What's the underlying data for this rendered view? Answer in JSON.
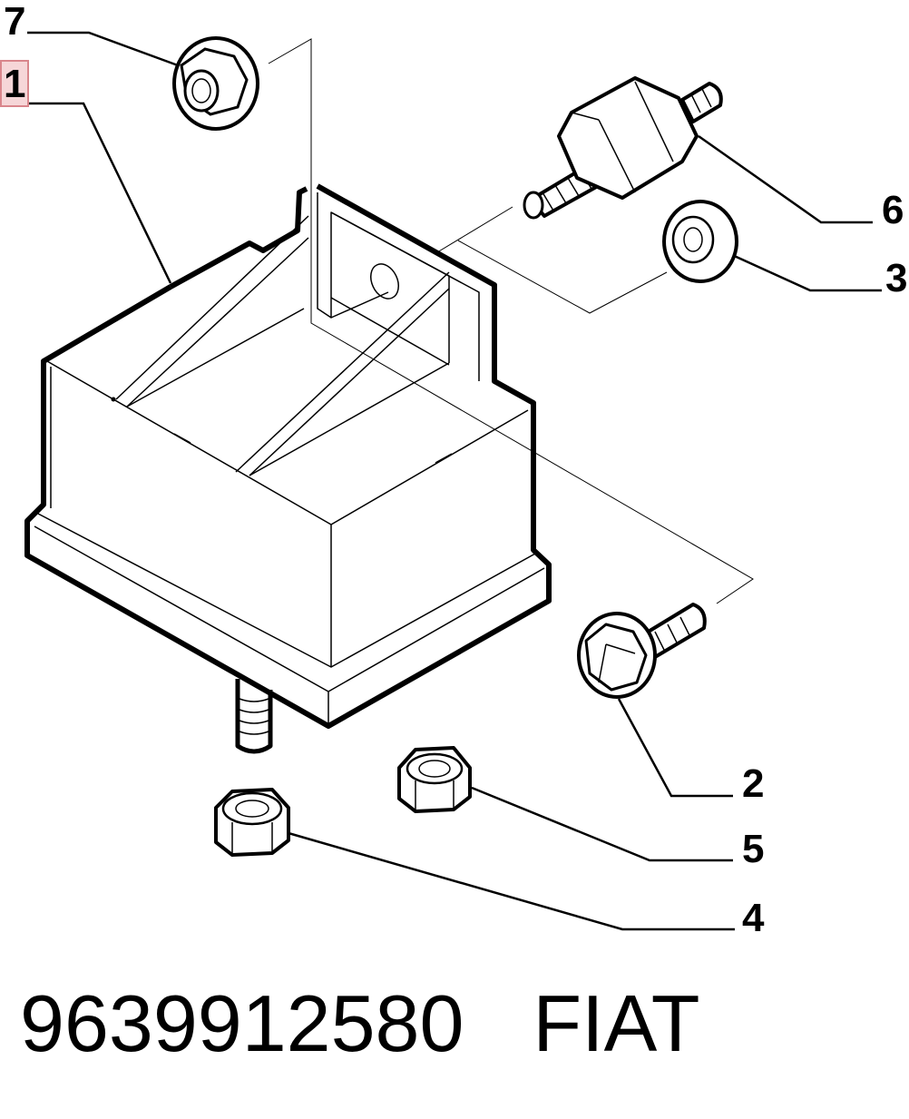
{
  "callouts": [
    {
      "number": "7",
      "highlighted": false
    },
    {
      "number": "1",
      "highlighted": true
    },
    {
      "number": "6",
      "highlighted": false
    },
    {
      "number": "3",
      "highlighted": false
    },
    {
      "number": "2",
      "highlighted": false
    },
    {
      "number": "5",
      "highlighted": false
    },
    {
      "number": "4",
      "highlighted": false
    }
  ],
  "part_number": "9639912580",
  "brand": "FIAT",
  "colors": {
    "ink": "#000000",
    "highlight_fill": "#f6d6d8",
    "highlight_border": "#d9868c",
    "background": "#ffffff"
  }
}
